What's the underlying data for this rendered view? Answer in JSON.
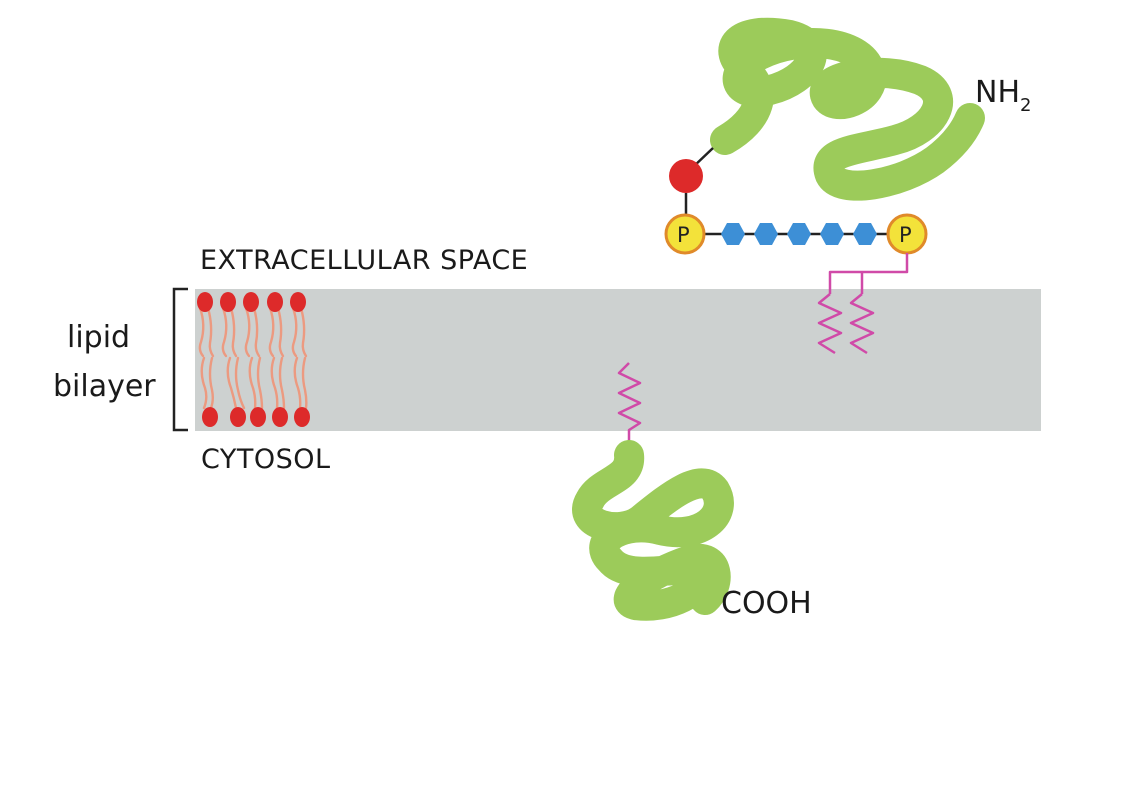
{
  "labels": {
    "extracellular": "EXTRACELLULAR SPACE",
    "cytosol": "CYTOSOL",
    "lipid": "lipid",
    "bilayer": "bilayer",
    "nh2_main": "NH",
    "nh2_sub": "2",
    "cooh": "COOH",
    "phosphate_left": "P",
    "phosphate_right": "P"
  },
  "colors": {
    "membrane": "#cdd1d0",
    "protein": "#9ccb5a",
    "lipid_head": "#dd2a2a",
    "lipid_tail": "#ec9a80",
    "anchor": "#d04aa8",
    "sugar": "#3d8fd6",
    "phosphate_fill": "#f3e23a",
    "phosphate_ring": "#e08a2a",
    "bracket": "#222222"
  },
  "icons": {
    "membrane": "lipid-bilayer-band",
    "protein_top": "folded-protein-chain",
    "protein_bottom": "folded-protein-chain",
    "anchor": "fatty-acid-zigzag",
    "sugar": "hexagon-sugar-unit",
    "phosphate": "phosphate-circle"
  }
}
